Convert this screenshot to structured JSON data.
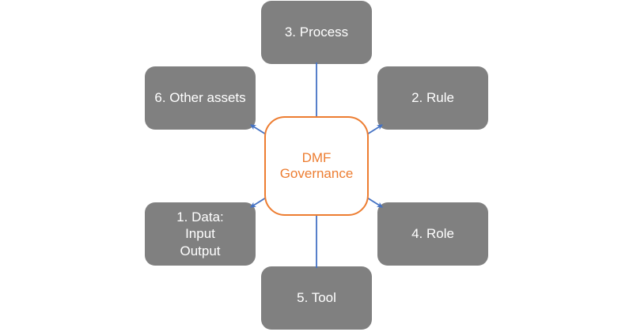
{
  "diagram": {
    "center": {
      "label": "DMF Governance"
    },
    "nodes": [
      {
        "id": "process",
        "label": "3. Process",
        "position": "top"
      },
      {
        "id": "rule",
        "label": "2. Rule",
        "position": "top-right"
      },
      {
        "id": "other-assets",
        "label": "6. Other assets",
        "position": "top-left"
      },
      {
        "id": "role",
        "label": "4. Role",
        "position": "bottom-right"
      },
      {
        "id": "data",
        "label": "1. Data:\nInput\nOutput",
        "position": "bottom-left"
      },
      {
        "id": "tool",
        "label": "5. Tool",
        "position": "bottom"
      }
    ],
    "colors": {
      "node_fill": "#808080",
      "node_text": "#FFFFFF",
      "center_border": "#ED7D31",
      "center_text": "#ED7D31",
      "connector": "#4472C4",
      "background": "#FFFFFF"
    }
  }
}
